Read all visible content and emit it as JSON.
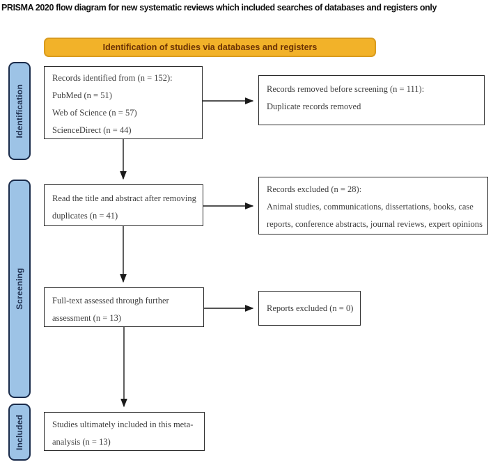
{
  "page_title": "PRISMA 2020 flow diagram for new systematic reviews which included searches of databases and registers only",
  "banner": {
    "label": "Identification of studies via databases and registers"
  },
  "sidebar": {
    "stages": [
      {
        "label": "Identification"
      },
      {
        "label": "Screening"
      },
      {
        "label": "Included"
      }
    ]
  },
  "flow": {
    "records_identified": {
      "lines": [
        "Records identified from (n = 152):",
        "PubMed (n = 51)",
        "Web of Science (n = 57)",
        "ScienceDirect (n = 44)"
      ]
    },
    "records_removed": {
      "lines": [
        "Records removed before screening (n = 111):",
        "Duplicate records removed"
      ]
    },
    "title_abstract": {
      "lines": [
        "Read the title and abstract after removing",
        "duplicates (n = 41)"
      ]
    },
    "records_excluded": {
      "lines": [
        "Records excluded (n = 28):",
        "Animal studies, communications, dissertations, books, case",
        "reports, conference abstracts, journal reviews, expert opinions"
      ]
    },
    "fulltext_assessed": {
      "lines": [
        "Full-text assessed through further",
        "assessment (n = 13)"
      ]
    },
    "reports_excluded": {
      "lines": [
        "Reports excluded (n = 0)"
      ]
    },
    "studies_included": {
      "lines": [
        "Studies ultimately included in this meta-",
        "analysis (n = 13)"
      ]
    }
  },
  "colors": {
    "banner_fill": "#f2b229",
    "banner_border": "#d99b1e",
    "banner_text": "#6b3205",
    "stage_fill": "#9dc3e6",
    "stage_border": "#1a2b4a",
    "box_border": "#2a2a2a",
    "box_text": "#3d3d3d"
  }
}
